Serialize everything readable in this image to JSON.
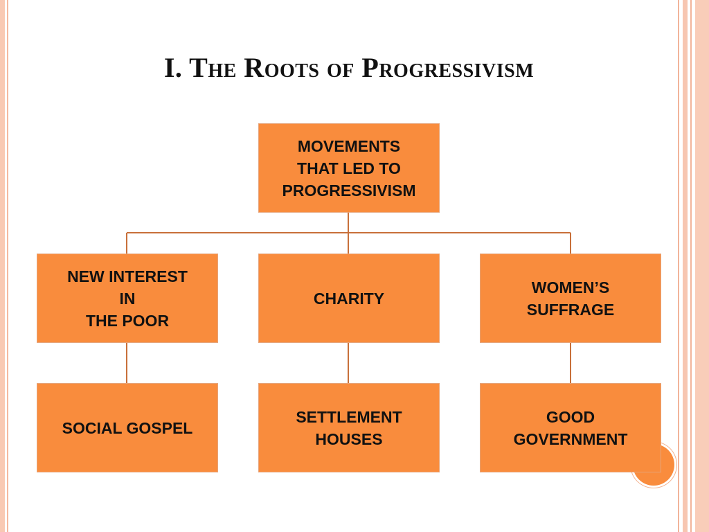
{
  "slide": {
    "title": "I. The Roots of Progressivism"
  },
  "diagram": {
    "root": "MOVEMENTS\nTHAT LED TO\nPROGRESSIVISM",
    "branches": [
      {
        "label": "NEW INTEREST\nIN\nTHE POOR",
        "child": "SOCIAL GOSPEL"
      },
      {
        "label": "CHARITY",
        "child": "SETTLEMENT\nHOUSES"
      },
      {
        "label": "WOMEN’S\nSUFFRAGE",
        "child": "GOOD\nGOVERNMENT"
      }
    ]
  },
  "colors": {
    "box_fill": "#f98c3d",
    "connector": "#c8703a",
    "frame": "#f9c9b3"
  }
}
